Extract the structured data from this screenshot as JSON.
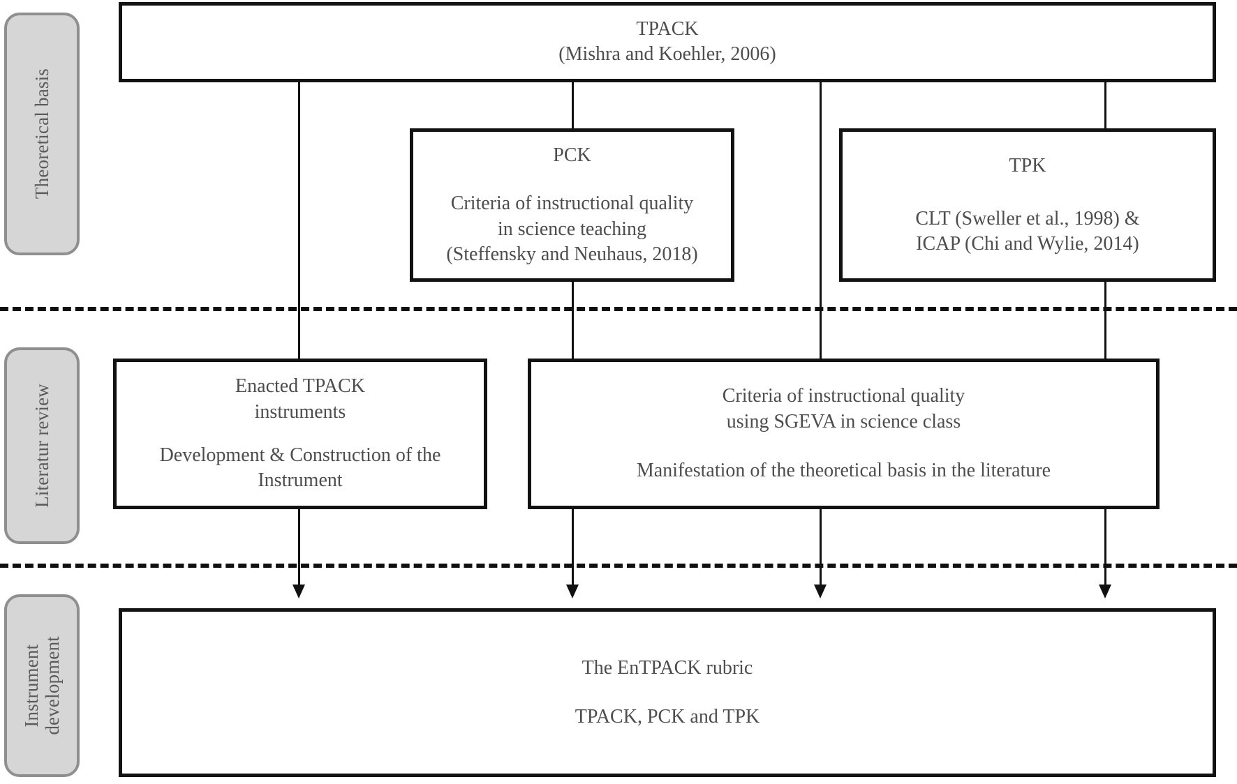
{
  "phases": [
    {
      "id": "theoretical-basis",
      "label": "Theoretical basis"
    },
    {
      "id": "literatur-review",
      "label": "Literatur review"
    },
    {
      "id": "instrument-development",
      "label": "Instrument\ndevelopment"
    }
  ],
  "nodes": {
    "tpack": {
      "title": "TPACK",
      "citation": "(Mishra and Koehler, 2006)"
    },
    "pck": {
      "title": "PCK",
      "line1": "Criteria of instructional quality",
      "line2": "in science teaching",
      "citation": "(Steffensky and Neuhaus, 2018)"
    },
    "tpk": {
      "title": "TPK",
      "line1": "CLT (Sweller et al., 1998) &",
      "line2": "ICAP (Chi and Wylie, 2014)"
    },
    "enacted_tpack": {
      "line1": "Enacted TPACK",
      "line2": "instruments",
      "line3": "Development & Construction of the",
      "line4": "Instrument"
    },
    "criteria_sgeva": {
      "line1": "Criteria of instructional quality",
      "line2": "using SGEVA in science class",
      "line3": "Manifestation of the theoretical basis in the literature"
    },
    "entpack": {
      "line1": "The EnTPACK rubric",
      "line2": "TPACK, PCK and TPK"
    }
  },
  "colors": {
    "box_border": "#121212",
    "text": "#4d4d4d",
    "phase_fill": "#d6d6d6",
    "phase_border": "#8f8f8f",
    "phase_text": "#5b5b5b",
    "connector": "#111111",
    "background": "#ffffff"
  }
}
